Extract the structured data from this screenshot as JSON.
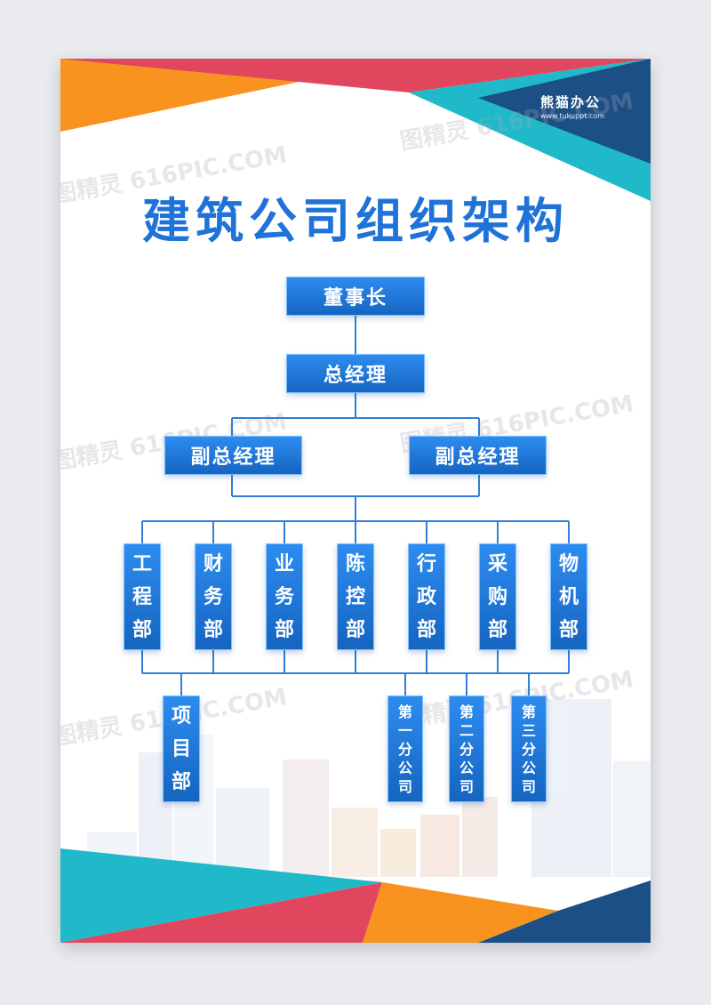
{
  "brand": {
    "name": "熊猫办公",
    "url": "www.tukuppt.com"
  },
  "title": "建筑公司组织架构",
  "watermark": "图精灵 616PIC.COM",
  "org": {
    "chairman": "董事长",
    "general_manager": "总经理",
    "deputy_left": "副总经理",
    "deputy_right": "副总经理",
    "departments": [
      "工程部",
      "财务部",
      "业务部",
      "陈控部",
      "行政部",
      "采购部",
      "物机部"
    ],
    "project_dept": "项目部",
    "branches": [
      "第一分公司",
      "第二分公司",
      "第三分公司"
    ]
  },
  "colors": {
    "accent_blue": "#1f72d8",
    "orange": "#f7931e",
    "red": "#e0475e",
    "teal": "#1fb9c9",
    "navy": "#1b4f86"
  }
}
